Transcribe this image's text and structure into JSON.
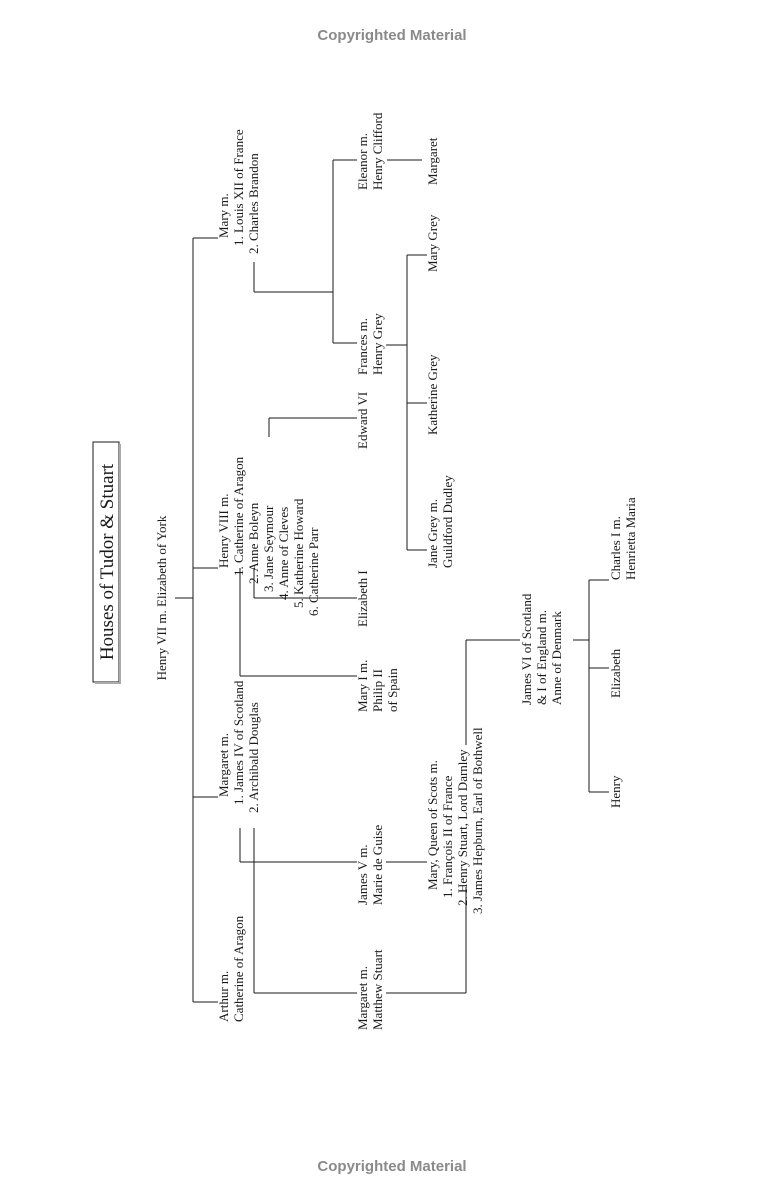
{
  "watermark_top": "Copyrighted Material",
  "watermark_bottom": "Copyrighted Material",
  "title": "Houses of Tudor & Stuart",
  "nodes": {
    "henry7": [
      "Henry VII m. Elizabeth of York"
    ],
    "mary_sister": [
      "Mary m.",
      "1. Louis XII of France",
      "2. Charles Brandon"
    ],
    "henry8": [
      "Henry VIII m.",
      "1. Catherine of Aragon",
      "2. Anne Boleyn",
      "3. Jane Seymour",
      "4. Anne of Cleves",
      "5. Katherine Howard",
      "6. Catherine Parr"
    ],
    "margaret": [
      "Margaret m.",
      "1. James IV of Scotland",
      "2. Archibald Douglas"
    ],
    "arthur": [
      "Arthur m.",
      "Catherine of Aragon"
    ],
    "eleanor": [
      "Eleanor m.",
      "Henry Clifford"
    ],
    "margaret_clifford": [
      "Margaret"
    ],
    "frances": [
      "Frances m.",
      "Henry Grey"
    ],
    "mary_grey": [
      "Mary Grey"
    ],
    "katherine_grey": [
      "Katherine Grey"
    ],
    "jane_grey": [
      "Jane Grey m.",
      "Guildford Dudley"
    ],
    "edward6": [
      "Edward VI"
    ],
    "elizabeth1": [
      "Elizabeth I"
    ],
    "mary1": [
      "Mary I m.",
      "Philip II",
      "of Spain"
    ],
    "james5": [
      "James V m.",
      "Marie de Guise"
    ],
    "margaret_douglas": [
      "Margaret m.",
      "Matthew Stuart"
    ],
    "mary_scots": [
      "Mary, Queen of Scots m.",
      "1. François II of France",
      "2. Henry Stuart, Lord Darnley",
      "3. James Hepburn, Earl of Bothwell"
    ],
    "james6": [
      "James VI of Scotland",
      "& I of England m.",
      "Anne of Denmark"
    ],
    "charles1": [
      "Charles I m.",
      "Henrietta Maria"
    ],
    "elizabeth_stuart": [
      "Elizabeth"
    ],
    "henry_stuart": [
      "Henry"
    ]
  }
}
